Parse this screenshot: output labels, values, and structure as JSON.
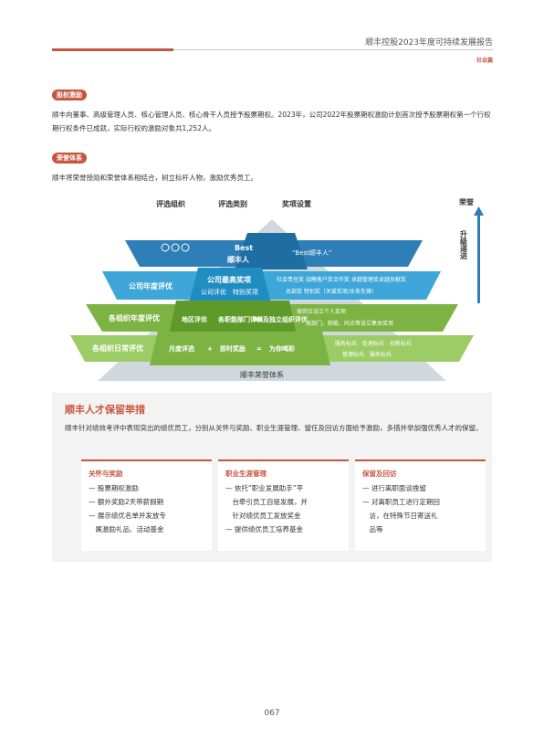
{
  "header": {
    "title": "顺丰控股2023年度可持续发展报告",
    "section": "社会篇"
  },
  "stock_incentive": {
    "tag": "股权激励",
    "text": "顺丰向董事、高级管理人员、核心管理人员、核心骨干人员授予股票期权。2023年，公司2022年股票期权激励计划首次授予股票期权第一个行权期行权条件已成就，实际行权的激励对象共1,252人。"
  },
  "honor_system": {
    "tag": "荣誉体系",
    "text": "顺丰将荣誉授勋和荣誉体系相结合，树立标杆人物，激励优秀员工。",
    "col_headers": [
      "评选组织",
      "评选类别",
      "奖项设置"
    ],
    "right_arrow_top": "荣誉",
    "right_arrow_text": "升级递进",
    "base_label": "顺丰荣誉体系",
    "levels": [
      {
        "left": "",
        "mid": [
          "Best",
          "顺丰人"
        ],
        "right": [
          "“Best顺丰人”"
        ]
      },
      {
        "left": "公司年度评优",
        "mid": [
          "公司最高奖项",
          "公司评优　特别奖项"
        ],
        "right": [
          "社会责任奖  战略客户奖合作奖  卓越管理奖卓越贡献奖",
          "总部奖  特别奖（关爱奖项/业务先锋）"
        ]
      },
      {
        "left": "各组织年度评优",
        "mid": [
          "地区评优",
          "各职能部门评优",
          "BU及独立组织评优"
        ],
        "right": [
          "按岗位设立个人奖项",
          "按部门、职能、同点等设立集体奖项"
        ]
      },
      {
        "left": "各组织日常评优",
        "mid": [
          "月度评选",
          "+",
          "即时奖励",
          "=",
          "为你喝彩"
        ],
        "right": [
          "服务标兵　处理标兵　创新标兵",
          "管理标兵　服务标兵"
        ]
      }
    ]
  },
  "retention": {
    "title": "顺丰人才保留举措",
    "intro": "顺丰针对绩效考评中表现突出的绩优员工，分别从关怀与奖励、职业生涯管理、留任及回访方面给予激励，多措并举加强优秀人才的保留。",
    "cards": [
      {
        "title": "关怀与奖励",
        "items": [
          "— 股票期权激励",
          "— 额外奖励2天带薪假期",
          "— 展示绩优名单并发放专",
          "　属激励礼品、活动基金"
        ]
      },
      {
        "title": "职业生涯管理",
        "items": [
          "— 依托“职业发展助手”平",
          "　台牵引员工自驱发展，并",
          "　针对绩优员工发放奖金",
          "— 提供绩优员工培养基金"
        ]
      },
      {
        "title": "保留及回访",
        "items": [
          "— 进行离职面谈挽留",
          "— 对离职员工进行定期回",
          "　访，在特殊节日寄送礼",
          "　品等"
        ]
      }
    ]
  },
  "page_number": "067",
  "colors": {
    "accent": "#c8553d",
    "level1": "#2e7fb8",
    "level2": "#3ea6d8",
    "level3": "#7cb342",
    "level4": "#9ccc65",
    "base": "#cfd8dc"
  }
}
